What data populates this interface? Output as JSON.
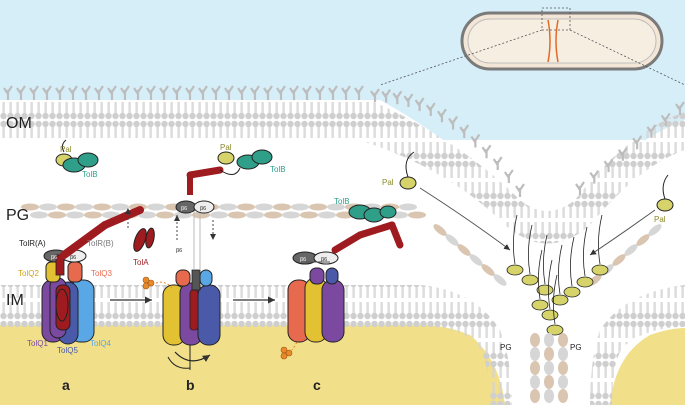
{
  "labels": {
    "om": "OM",
    "pg": "PG",
    "im": "IM",
    "pal": "Pal",
    "tolb": "TolB",
    "tola": "TolA",
    "tolr_a": "TolR(A)",
    "tolr_b": "TolR(B)",
    "tolq1": "TolQ1",
    "tolq2": "TolQ2",
    "tolq3": "TolQ3",
    "tolq4": "TolQ4",
    "tolq5": "TolQ5",
    "b6": "β6",
    "panel_a": "a",
    "panel_b": "b",
    "panel_c": "c",
    "pg_bottom": "PG"
  },
  "colors": {
    "periplasm_sky": "#d6eef8",
    "cytoplasm": "#f1df8a",
    "membrane": "#c9c9c9",
    "tola": "#9e1b1f",
    "tolb": "#2f9f8a",
    "pal": "#d5d36a",
    "tolq_purple": "#7b4aa0",
    "tolq_blue": "#5aa7e6",
    "tolq_yellow": "#e2c233",
    "tolq_red": "#e86a4e",
    "tolq_darkblue": "#4a5aa8",
    "pg_beige": "#d9c5b0",
    "pg_gray": "#d6d6d6",
    "proton": "#e8892a"
  }
}
